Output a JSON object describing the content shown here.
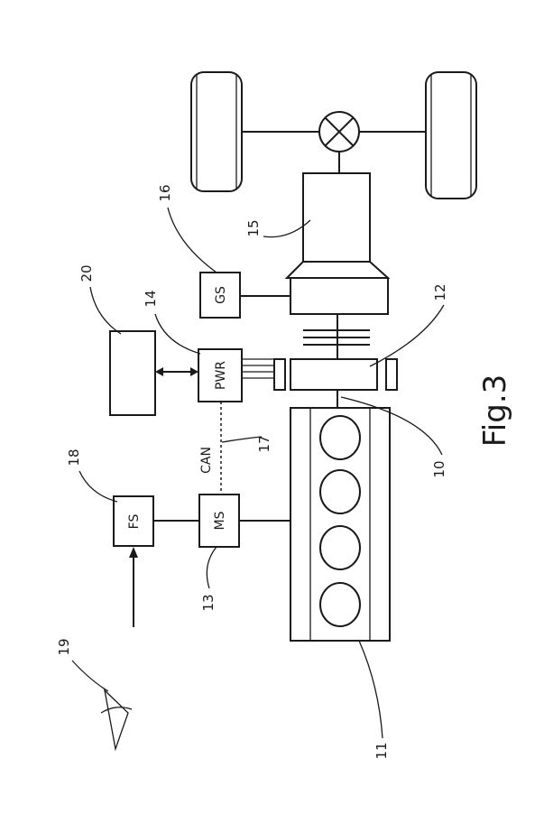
{
  "figure_title": "Fig.3",
  "blocks": {
    "fs": "FS",
    "ms": "MS",
    "pwr": "PWR",
    "gs": "GS",
    "bus": "CAN"
  },
  "refs": {
    "r10": "10",
    "r11": "11",
    "r12": "12",
    "r13": "13",
    "r14": "14",
    "r15": "15",
    "r16": "16",
    "r17": "17",
    "r18": "18",
    "r19": "19",
    "r20": "20"
  }
}
